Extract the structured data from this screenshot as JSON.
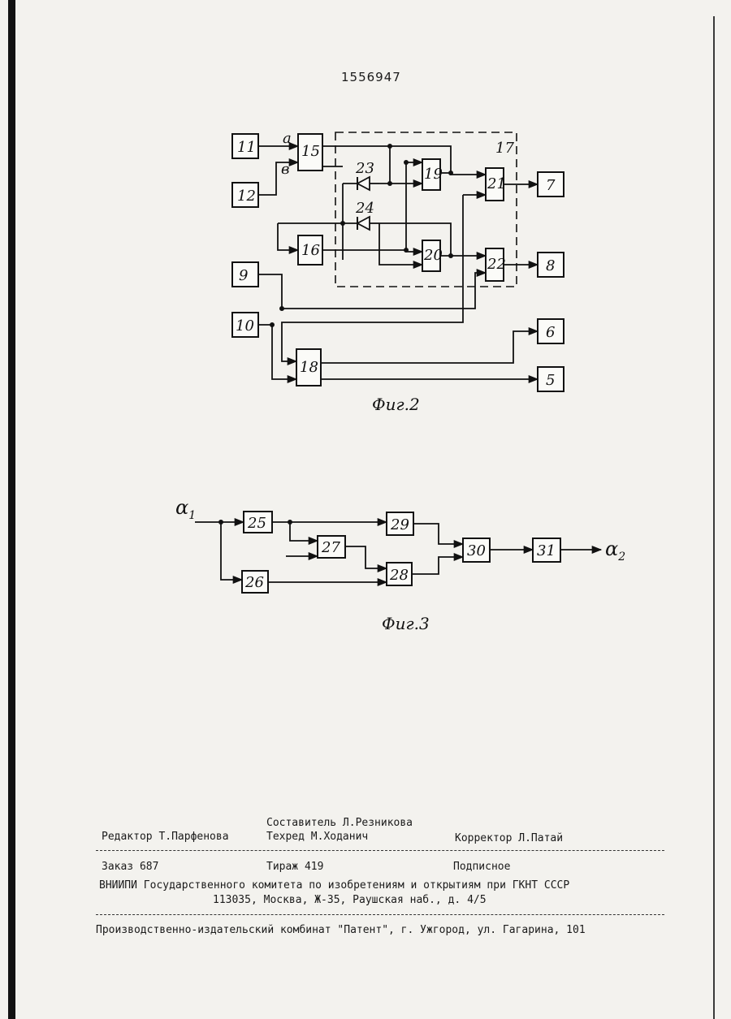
{
  "header": {
    "patent_number": "1556947"
  },
  "figure2": {
    "caption": "Фиг.2",
    "group_label": "17",
    "input_labels": {
      "a": "а",
      "b": "в"
    },
    "blocks": {
      "b11": "11",
      "b12": "12",
      "b15": "15",
      "b9": "9",
      "b10": "10",
      "b16": "16",
      "b18": "18",
      "b19": "19",
      "b20": "20",
      "b21": "21",
      "b22": "22",
      "b7": "7",
      "b8": "8",
      "b6": "6",
      "b5": "5"
    },
    "diode_labels": {
      "d23": "23",
      "d24": "24"
    }
  },
  "figure3": {
    "caption": "Фиг.3",
    "input_label": "α",
    "input_sub": "1",
    "output_label": "α",
    "output_sub": "2",
    "blocks": {
      "b25": "25",
      "b26": "26",
      "b27": "27",
      "b28": "28",
      "b29": "29",
      "b30": "30",
      "b31": "31"
    }
  },
  "imprint": {
    "compiler": "Составитель Л.Резникова",
    "editor": "Редактор Т.Парфенова",
    "techeditor": "Техред М.Ходанич",
    "proofreader": "Корректор Л.Патай",
    "order": "Заказ 687",
    "circulation": "Тираж 419",
    "subscription": "Подписное",
    "institute": "ВНИИПИ Государственного комитета по изобретениям и открытиям при ГКНТ СССР",
    "address": "113035, Москва, Ж-35, Раушская наб., д. 4/5",
    "publisher": "Производственно-издательский комбинат \"Патент\", г. Ужгород, ул. Гагарина, 101"
  }
}
